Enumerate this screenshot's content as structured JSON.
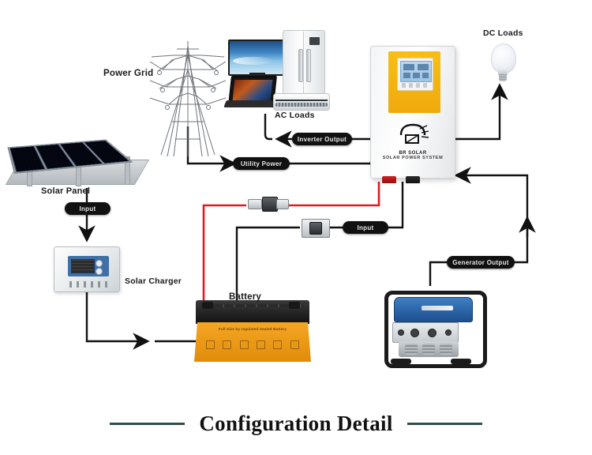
{
  "diagram": {
    "title": "Configuration Detail",
    "labels": {
      "power_grid": "Power Grid",
      "ac_loads": "AC Loads",
      "dc_loads": "DC Loads",
      "solar_panel": "Solar Panel",
      "solar_charger": "Solar Charger",
      "battery": "Battery"
    },
    "pills": {
      "input_panel": "Input",
      "utility_power": "Utility Power",
      "inverter_output": "Inverter Output",
      "input_battery": "Input",
      "generator_output": "Generator  Output"
    },
    "inverter": {
      "brand": "BR SOLAR",
      "system_text": "SOLAR POWER SYSTEM"
    },
    "battery_text": "Full Size by regulated Sealed Battery",
    "colors": {
      "positive_cable": "#e01b1b",
      "negative_cable": "#111111",
      "rule": "#2d4f4a",
      "inverter_accent": "#f0a90c",
      "battery_body": "#f5a623",
      "generator_tank": "#1d4f8e",
      "background": "#ffffff"
    }
  }
}
